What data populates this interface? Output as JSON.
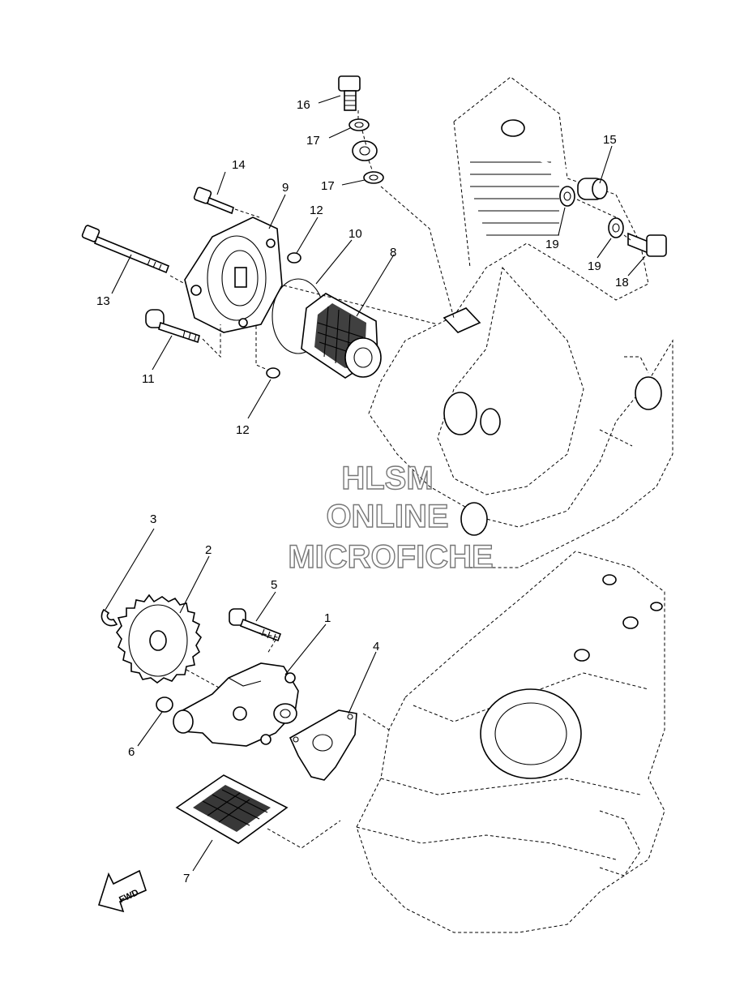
{
  "labels": {
    "p1": "1",
    "p2": "2",
    "p3": "3",
    "p4": "4",
    "p5": "5",
    "p6": "6",
    "p7": "7",
    "p8": "8",
    "p9": "9",
    "p10": "10",
    "p11": "11",
    "p12a": "12",
    "p12b": "12",
    "p13": "13",
    "p14": "14",
    "p15": "15",
    "p16": "16",
    "p17a": "17",
    "p17b": "17",
    "p18": "18",
    "p19a": "19",
    "p19b": "19"
  },
  "watermark": {
    "line1": "HLSM",
    "line2": "ONLINE",
    "line3": "MICROFICHE"
  },
  "fwd_arrow": "FWD"
}
